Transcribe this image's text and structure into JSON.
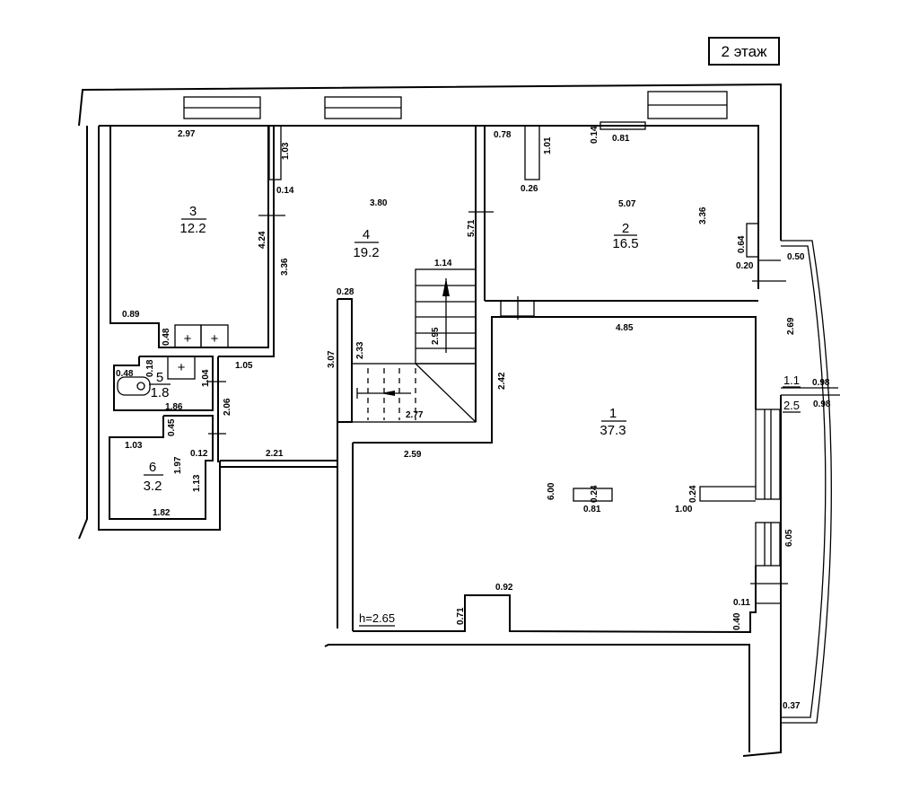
{
  "title": "2 этаж",
  "ceiling_height": "h=2.65",
  "rooms": [
    {
      "number": "1",
      "area": "37.3"
    },
    {
      "number": "2",
      "area": "16.5"
    },
    {
      "number": "3",
      "area": "12.2"
    },
    {
      "number": "4",
      "area": "19.2"
    },
    {
      "number": "5",
      "area": "1.8"
    },
    {
      "number": "6",
      "area": "3.2"
    }
  ],
  "balcony_areas": [
    "1.1",
    "2.5"
  ],
  "dimensions": [
    "2.97",
    "1.03",
    "0.14",
    "3.80",
    "5.71",
    "0.78",
    "1.01",
    "0.14",
    "0.81",
    "0.26",
    "5.07",
    "3.36",
    "0.64",
    "0.20",
    "0.50",
    "4.24",
    "3.36",
    "1.14",
    "0.28",
    "0.89",
    "0.48",
    "2.95",
    "4.85",
    "2.69",
    "3.07",
    "2.33",
    "1.05",
    "0.48",
    "0.18",
    "1.04",
    "2.42",
    "0.98",
    "0.98",
    "1.86",
    "2.06",
    "2.77",
    "0.45",
    "1.03",
    "2.59",
    "2.21",
    "0.12",
    "1.97",
    "1.13",
    "6.00",
    "0.24",
    "0.81",
    "0.24",
    "1.00",
    "6.05",
    "1.82",
    "0.92",
    "0.71",
    "0.11",
    "0.40",
    "0.37"
  ]
}
